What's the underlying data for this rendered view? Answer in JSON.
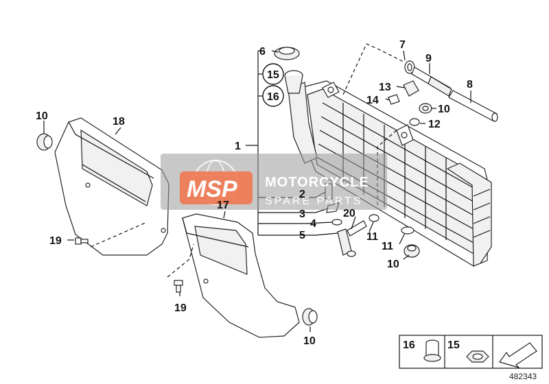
{
  "diagram": {
    "labels": {
      "c1": "1",
      "c2": "2",
      "c3": "3",
      "c4": "4",
      "c5": "5",
      "c6": "6",
      "c7": "7",
      "c8": "8",
      "c9": "9",
      "c10a": "10",
      "c10b": "10",
      "c10c": "10",
      "c10d": "10",
      "c11a": "11",
      "c11b": "11",
      "c12": "12",
      "c13": "13",
      "c14": "14",
      "c15": "15",
      "c16": "16",
      "c17": "17",
      "c18": "18",
      "c19a": "19",
      "c19b": "19",
      "c20": "20"
    },
    "legend": {
      "item16": "16",
      "item15": "15"
    },
    "diagram_id": "482343"
  },
  "watermark": {
    "logo": "MSP",
    "line1": "MOTORCYCLE",
    "line2": "SPARE PARTS",
    "colors": {
      "logo_bg": "#f07850",
      "panel": "#9a9a9a"
    }
  }
}
